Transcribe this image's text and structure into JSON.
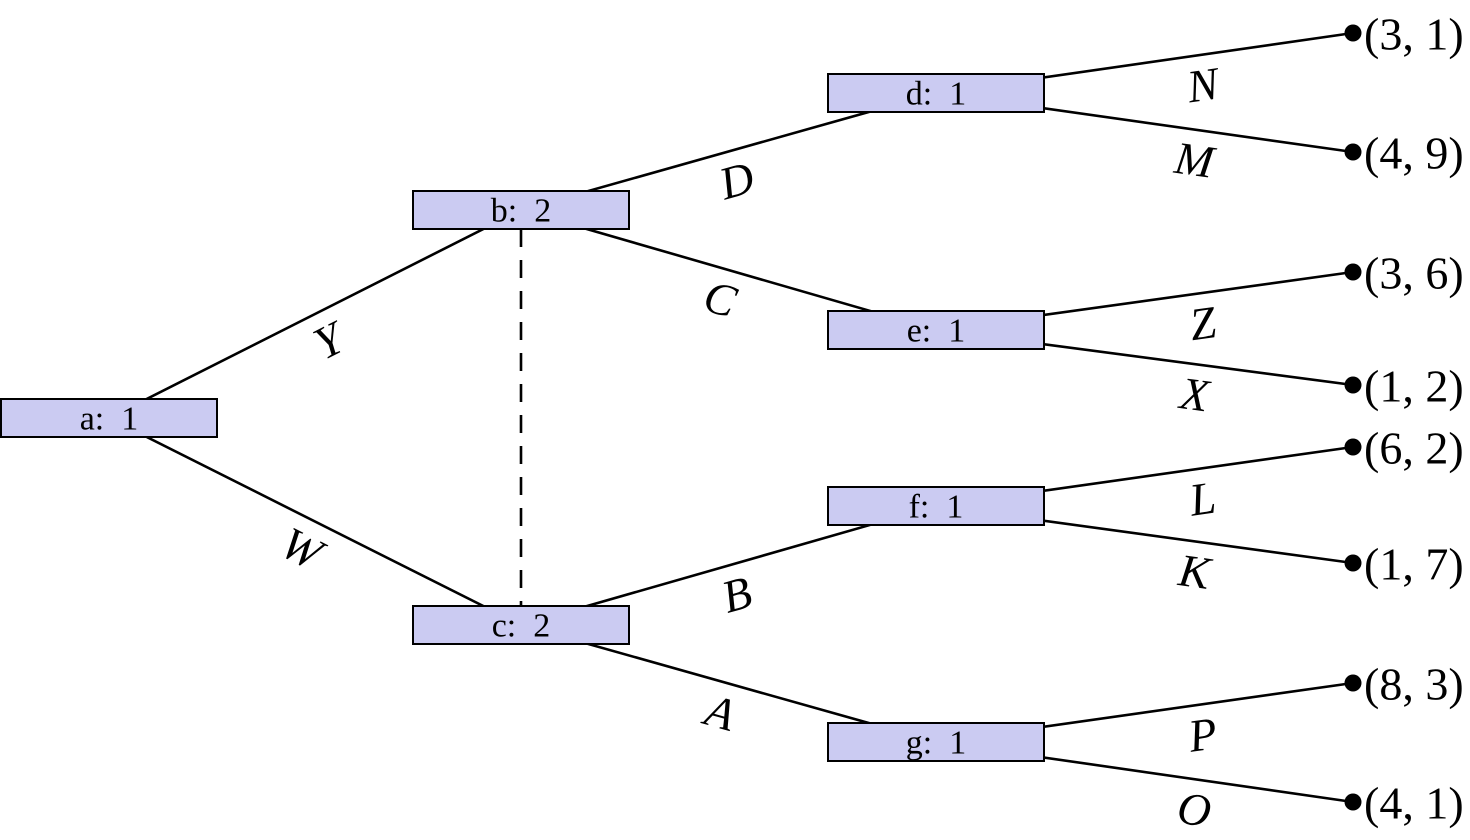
{
  "diagram": {
    "type": "extensive-form-game-tree",
    "colors": {
      "node_fill": "#cbcbf2",
      "node_border": "#000000",
      "edge_stroke": "#000000",
      "text": "#000000",
      "background": "#ffffff"
    },
    "nodes": [
      {
        "id": "a",
        "label": "a:  1",
        "name": "a",
        "player": "1"
      },
      {
        "id": "b",
        "label": "b:  2",
        "name": "b",
        "player": "2"
      },
      {
        "id": "c",
        "label": "c:  2",
        "name": "c",
        "player": "2"
      },
      {
        "id": "d",
        "label": "d:  1",
        "name": "d",
        "player": "1"
      },
      {
        "id": "e",
        "label": "e:  1",
        "name": "e",
        "player": "1"
      },
      {
        "id": "f",
        "label": "f:  1",
        "name": "f",
        "player": "1"
      },
      {
        "id": "g",
        "label": "g:  1",
        "name": "g",
        "player": "1"
      }
    ],
    "edges": [
      {
        "from": "a",
        "to": "b",
        "label": "Y"
      },
      {
        "from": "a",
        "to": "c",
        "label": "W"
      },
      {
        "from": "b",
        "to": "d",
        "label": "D"
      },
      {
        "from": "b",
        "to": "e",
        "label": "C"
      },
      {
        "from": "c",
        "to": "f",
        "label": "B"
      },
      {
        "from": "c",
        "to": "g",
        "label": "A"
      },
      {
        "from": "d",
        "to": "tN",
        "label": "N"
      },
      {
        "from": "d",
        "to": "tM",
        "label": "M"
      },
      {
        "from": "e",
        "to": "tZ",
        "label": "Z"
      },
      {
        "from": "e",
        "to": "tX",
        "label": "X"
      },
      {
        "from": "f",
        "to": "tL",
        "label": "L"
      },
      {
        "from": "f",
        "to": "tK",
        "label": "K"
      },
      {
        "from": "g",
        "to": "tP",
        "label": "P"
      },
      {
        "from": "g",
        "to": "tO",
        "label": "O"
      }
    ],
    "terminals": [
      {
        "id": "tN",
        "payoff": "(3, 1)"
      },
      {
        "id": "tM",
        "payoff": "(4, 9)"
      },
      {
        "id": "tZ",
        "payoff": "(3, 6)"
      },
      {
        "id": "tX",
        "payoff": "(1, 2)"
      },
      {
        "id": "tL",
        "payoff": "(6, 2)"
      },
      {
        "id": "tK",
        "payoff": "(1, 7)"
      },
      {
        "id": "tP",
        "payoff": "(8, 3)"
      },
      {
        "id": "tO",
        "payoff": "(4, 1)"
      }
    ],
    "information_sets": [
      {
        "nodes": [
          "b",
          "c"
        ],
        "style": "dashed"
      }
    ]
  }
}
